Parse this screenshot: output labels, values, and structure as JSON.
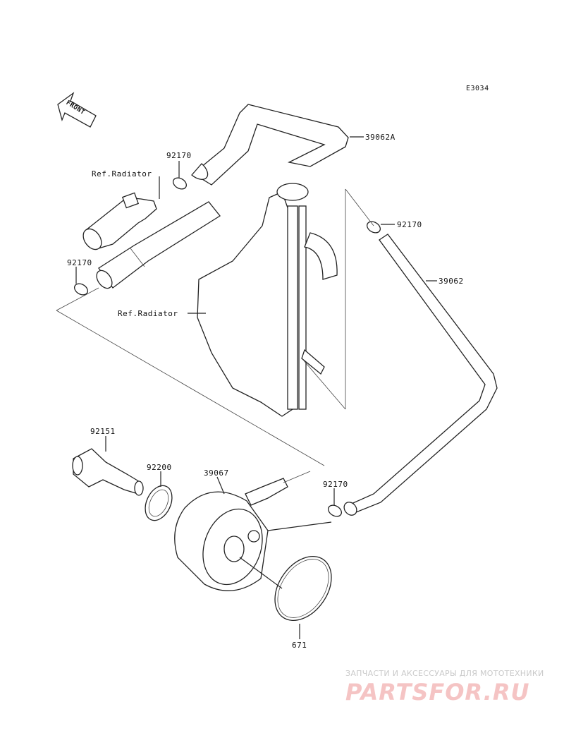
{
  "diagram_code": "E3034",
  "front_label": "FRONT",
  "labels": {
    "hose_upper": "39062A",
    "clamp_top_left": "92170",
    "ref_radiator_top": "Ref.Radiator",
    "clamp_right": "92170",
    "clamp_left": "92170",
    "hose_right": "39062",
    "ref_radiator_mid": "Ref.Radiator",
    "fitting": "92151",
    "gasket": "92200",
    "oil_cooler": "39067",
    "clamp_bottom": "92170",
    "o_ring": "671"
  },
  "watermark": {
    "tagline": "ЗАПЧАСТИ И АКСЕССУАРЫ ДЛЯ МОТОТЕХНИКИ",
    "logo": "PARTSFOR.RU"
  }
}
